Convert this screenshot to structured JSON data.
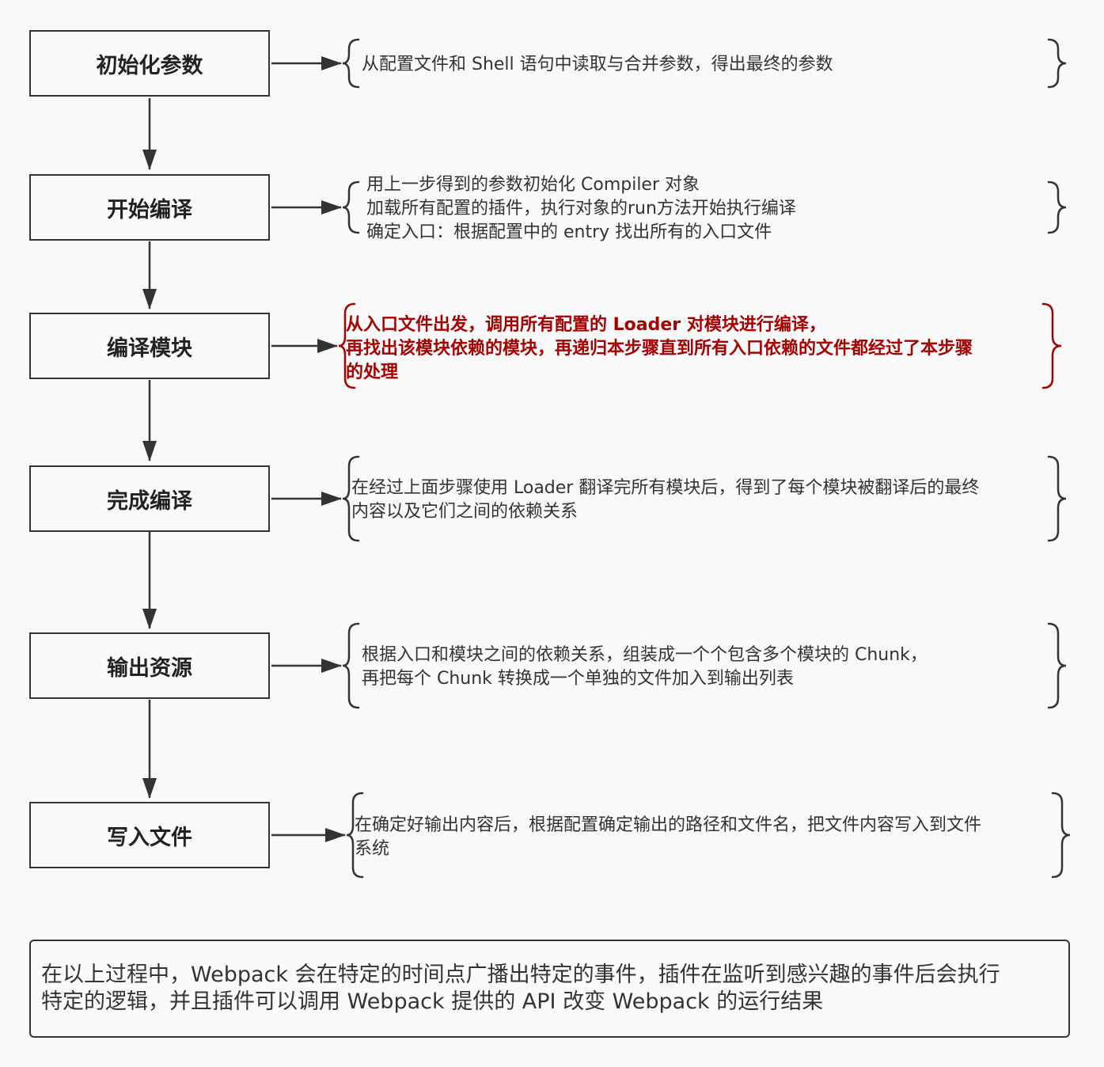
{
  "steps": [
    {
      "title": "初始化参数",
      "desc": "从配置文件和 Shell 语句中读取与合并参数，得出最终的参数"
    },
    {
      "title": "开始编译",
      "desc": "用上一步得到的参数初始化 Compiler 对象\n加载所有配置的插件，执行对象的run方法开始执行编译\n确定入口：根据配置中的 entry 找出所有的入口文件"
    },
    {
      "title": "编译模块",
      "desc": " 从入口文件出发，调用所有配置的 Loader 对模块进行编译，\n 再找出该模块依赖的模块，再递归本步骤直到所有入口依赖的文件都经过了本步骤\n的处理"
    },
    {
      "title": "完成编译",
      "desc": " 在经过上面步骤使用 Loader 翻译完所有模块后，得到了每个模块被翻译后的最终\n内容以及它们之间的依赖关系"
    },
    {
      "title": "输出资源",
      "desc": "根据入口和模块之间的依赖关系，组装成一个个包含多个模块的 Chunk，\n再把每个 Chunk 转换成一个单独的文件加入到输出列表"
    },
    {
      "title": "写入文件",
      "desc": " 在确定好输出内容后，根据配置确定输出的路径和文件名，把文件内容写入到文件\n系统"
    }
  ],
  "summary": "在以上过程中，Webpack 会在特定的时间点广播出特定的事件，插件在监听到感兴趣的事件后会执行\n特定的逻辑，并且插件可以调用 Webpack 提供的 API 改变 Webpack 的运行结果",
  "colors": {
    "line": "#333333",
    "highlight": "#a50000",
    "background": "#f9f9f9"
  }
}
